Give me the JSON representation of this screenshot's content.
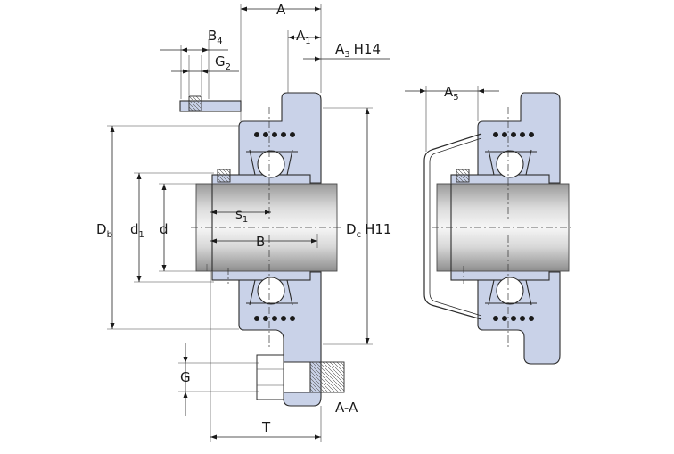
{
  "labels": {
    "A": "A",
    "A1": "A",
    "A1_sub": "1",
    "A3": "A",
    "A3_sub": "3",
    "A3_tol": "H14",
    "A5": "A",
    "A5_sub": "5",
    "B4": "B",
    "B4_sub": "4",
    "G2": "G",
    "G2_sub": "2",
    "Db": "D",
    "Db_sub": "b",
    "d1": "d",
    "d1_sub": "1",
    "d": "d",
    "s1": "s",
    "s1_sub": "1",
    "B": "B",
    "Dc": "D",
    "Dc_sub": "c",
    "Dc_tol": "H11",
    "G": "G",
    "section": "A-A",
    "T": "T"
  },
  "colors": {
    "housing": "#c9d2e8",
    "shaft_light": "#f4f4f4",
    "shaft_dark": "#9a9a9a",
    "line": "#2b2b2b"
  }
}
